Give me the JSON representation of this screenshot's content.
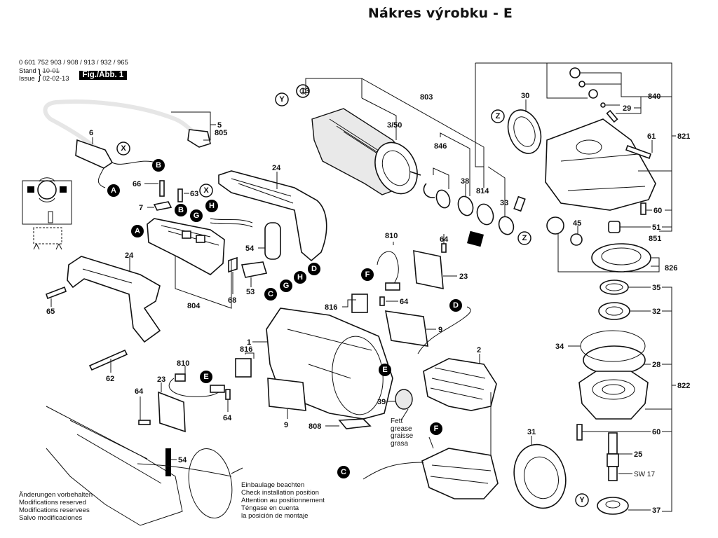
{
  "page": {
    "title": "Nákres výrobku - E"
  },
  "header": {
    "model_numbers": "0 601 752 903 / 908 / 913 / 932 / 965",
    "stand_label": "Stand",
    "issue_label": "Issue",
    "stand_value_crossed": "10-01",
    "issue_date": "02-02-13",
    "figure_badge": "Fig./Abb. 1"
  },
  "notes": {
    "modifications": [
      "Änderungen vorbehalten",
      "Modifications reserved",
      "Modifications reservees",
      "Salvo modificaciones"
    ],
    "installation": [
      "Einbaulage beachten",
      "Check installation position",
      "Attention au positionnement",
      "Téngase en cuenta",
      "la posición de montaje"
    ],
    "grease": [
      "Fett",
      "grease",
      "graisse",
      "grasa"
    ]
  },
  "part_labels": {
    "p13": "13",
    "p803": "803",
    "p3_50": "3/50",
    "p846": "846",
    "p38": "38",
    "p814": "814",
    "p33": "33",
    "p30": "30",
    "p840": "840",
    "p29": "29",
    "p61": "61",
    "p821": "821",
    "p60a": "60",
    "p51": "51",
    "p851": "851",
    "p45": "45",
    "p826": "826",
    "p35": "35",
    "p32": "32",
    "p34": "34",
    "p28": "28",
    "p822": "822",
    "p60b": "60",
    "p25": "25",
    "sw17": "SW 17",
    "p37": "37",
    "p31": "31",
    "p2": "2",
    "p39": "39",
    "p808": "808",
    "p9a": "9",
    "p9b": "9",
    "p1": "1",
    "p816a": "816",
    "p816b": "816",
    "p64a": "64",
    "p64b": "64",
    "p64c": "64",
    "p64d": "64",
    "p810a": "810",
    "p810b": "810",
    "p23a": "23",
    "p23b": "23",
    "p24a": "24",
    "p24b": "24",
    "p65": "65",
    "p62": "62",
    "p804": "804",
    "p68": "68",
    "p53": "53",
    "p54a": "54",
    "p54b": "54",
    "p7": "7",
    "p66": "66",
    "p63": "63",
    "p6": "6",
    "p5": "5",
    "p805": "805"
  },
  "connectors": {
    "A": "A",
    "B": "B",
    "C": "C",
    "D": "D",
    "E": "E",
    "F": "F",
    "G": "G",
    "H": "H",
    "X": "X",
    "Y": "Y",
    "Z": "Z"
  }
}
